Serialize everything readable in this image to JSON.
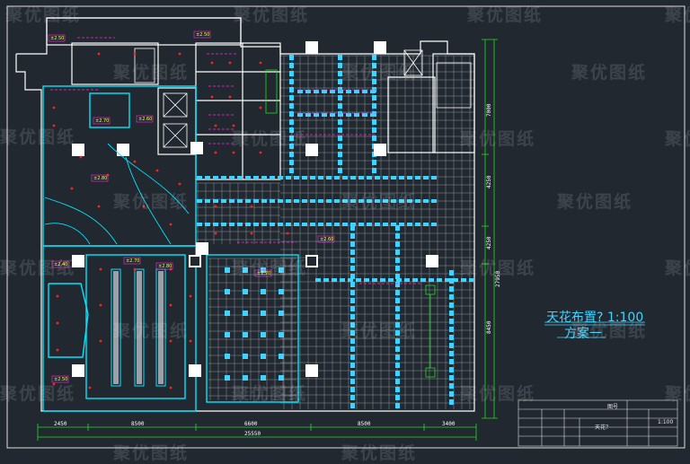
{
  "sheet": {
    "title": "天花布置?  1:100",
    "subtitle": "方案一"
  },
  "title_block": {
    "cells": [
      "图号",
      "天花？",
      "1:100"
    ]
  },
  "dimensions": {
    "bottom": [
      "2450",
      "8500",
      "6600",
      "8500",
      "3400"
    ],
    "bottom_total": "25550",
    "right": [
      "7000",
      "4250",
      "4250",
      "27950",
      "8450"
    ]
  },
  "level_tags": [
    "±2.50",
    "±2.50",
    "±2.70",
    "±2.60",
    "±2.80",
    "±2.70",
    "±2.80",
    "±2.70",
    "±2.40",
    "±2.50",
    "±2.60"
  ],
  "watermark": {
    "text": "聚优图纸"
  },
  "colors": {
    "background": "#212830",
    "wall": "#ffffff",
    "highlight_wall": "#00e5ff",
    "ceiling_grid": "#9aa0a8",
    "light_strip": "#3fd4ff",
    "magenta": "#ff2bd6",
    "red_marker": "#ff2020",
    "dim_line": "#22dd22",
    "frame": "#e0e0e0"
  }
}
